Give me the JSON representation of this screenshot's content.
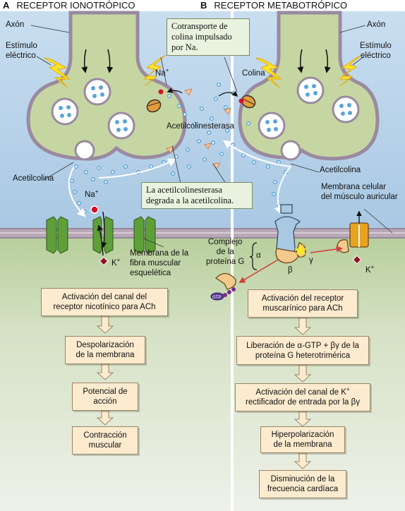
{
  "panel_a": {
    "letter": "A",
    "title": "RECEPTOR IONOTRÓPICO",
    "labels": {
      "axon": "Axón",
      "stimulus": "Estímulo\neléctrico",
      "na": "Na",
      "acetylcholine": "Acetilcolina",
      "na2": "Na",
      "k": "K",
      "membrane": "Membrana de la\nfibra muscular\nesquelética"
    },
    "flow": [
      "Activación del canal del\nreceptor nicotínico para ACh",
      "Despolarización\nde la membrana",
      "Potencial de\nacción",
      "Contracción\nmuscular"
    ]
  },
  "panel_b": {
    "letter": "B",
    "title": "RECEPTOR METABOTRÓPICO",
    "labels": {
      "axon": "Axón",
      "stimulus": "Estímulo\neléctrico",
      "choline": "Colina",
      "acetylcholine": "Acetilcolina",
      "membrane": "Membrana celular\ndel músculo auricular",
      "gprotein": "Complejo\nde la\nproteína G",
      "alpha": "α",
      "beta": "β",
      "gamma": "γ",
      "k": "K",
      "gtp": "GTP"
    },
    "flow": [
      "Activación del receptor\nmuscarínico para ACh",
      "Liberación de α-GTP + βγ de la\nproteína G heterotrimérica",
      "Activación del canal de K\nrectificador de entrada por la βγ",
      "Hiperpolarización\nde la membrana",
      "Disminución de la\nfrecuencia cardíaca"
    ]
  },
  "center": {
    "cotransport": "Cotransporte de\ncolina impulsado\npor Na.",
    "esterase": "Acetilcolinesterasa",
    "esterase_note": "La acetilcolinesterasa\ndegrada a la acetilcolina."
  },
  "superscripts": {
    "plus": "+"
  },
  "colors": {
    "extracellular": "#cfe3f3",
    "intracellular": "#dfe8d6",
    "terminal": "#c7d6a4",
    "membrane": "#a99aaa",
    "flow_box": "#fcebcf",
    "note_box": "#e8f2de",
    "spark": "#f7e829",
    "na_ion": "#d7102b",
    "k_ion": "#8e1228",
    "channel": "#65a83a",
    "receptor": "#a9c9e2",
    "gprotein": "#f4c98e",
    "k_channel": "#e9a320",
    "arrow_red": "#d43a3a"
  }
}
